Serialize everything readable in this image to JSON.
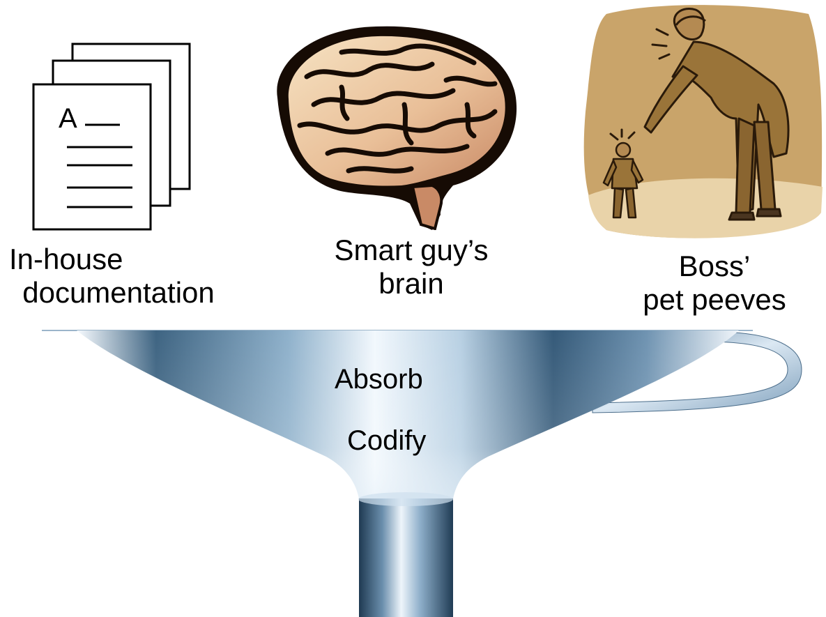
{
  "documents": {
    "glyph": "A",
    "caption_line1": "In-house",
    "caption_line2": "documentation"
  },
  "brain": {
    "caption_line1": "Smart guy’s",
    "caption_line2": "brain"
  },
  "boss": {
    "caption_line1": "Boss’",
    "caption_line2": "pet peeves"
  },
  "funnel": {
    "step1": "Absorb",
    "step2": "Codify"
  },
  "colors": {
    "brain_light": "#f3d9b6",
    "brain_mid": "#d99a73",
    "brain_dark": "#160b04",
    "boss_bg": "#c9a46a",
    "boss_ground": "#e9d3a9",
    "suit": "#9a7439",
    "funnel_dark": "#2c4d69",
    "funnel_light": "#eef5fb"
  }
}
